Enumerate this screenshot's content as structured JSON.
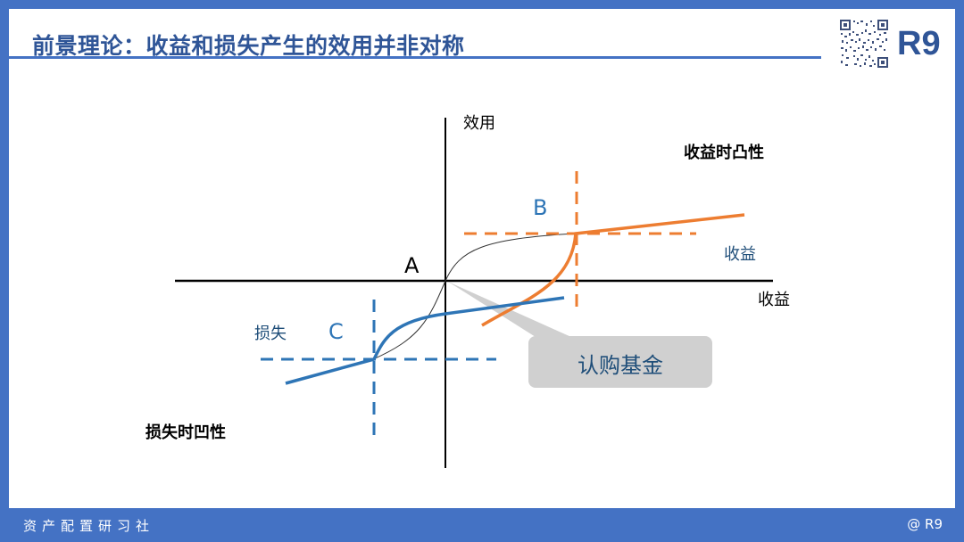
{
  "slide": {
    "title": "前景理论：收益和损失产生的效用并非对称",
    "brand": "R9",
    "qr_icon": "qr-code-icon"
  },
  "footer": {
    "left": "资产配置研习社",
    "right": "@ R9"
  },
  "diagram": {
    "y_axis_label": "效用",
    "x_axis_label": "收益",
    "origin_label": "A",
    "point_b_label": "B",
    "point_c_label": "C",
    "gain_convex_label": "收益时凸性",
    "loss_concave_label": "损失时凹性",
    "gain_label": "收益",
    "loss_label": "损失",
    "callout_label": "认购基金",
    "colors": {
      "gain_curve": "#ed7d31",
      "loss_curve": "#2e75b6",
      "axes": "#000000",
      "callout_bg": "#d0d0d0",
      "callout_text": "#1f4e79",
      "label_blue": "#2e75b6",
      "label_dark_blue": "#1f4e79"
    }
  }
}
